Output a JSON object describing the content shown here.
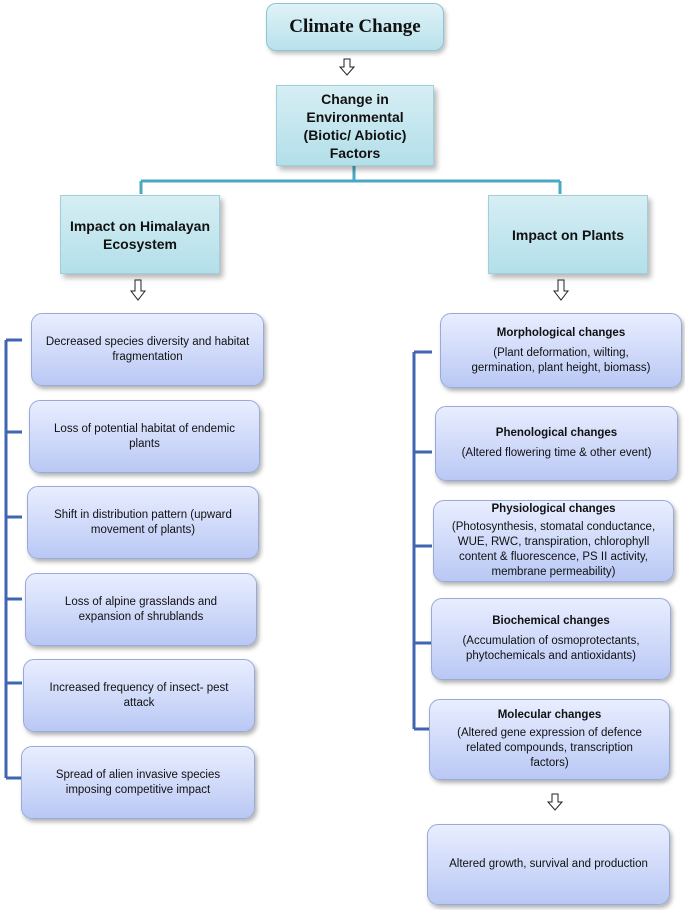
{
  "title": "Climate Change",
  "env": [
    "Change in",
    "Environmental",
    "(Biotic/ Abiotic)",
    "Factors"
  ],
  "himalayan": {
    "label": [
      "Impact on Himalayan",
      "Ecosystem"
    ],
    "items": [
      [
        "Decreased species diversity and habitat",
        "fragmentation"
      ],
      [
        "Loss of potential habitat of endemic",
        "plants"
      ],
      [
        "Shift in distribution pattern (upward",
        "movement of plants)"
      ],
      [
        "Loss of alpine grasslands and",
        "expansion of shrublands"
      ],
      [
        "Increased frequency of insect- pest",
        "attack"
      ],
      [
        "Spread of alien invasive species",
        "imposing competitive impact"
      ]
    ]
  },
  "plants": {
    "label": "Impact on Plants",
    "items": [
      {
        "head": "Morphological changes",
        "body": [
          "(Plant deformation, wilting,",
          "germination, plant height, biomass)"
        ]
      },
      {
        "head": "Phenological changes",
        "body": [
          "(Altered flowering time & other event)"
        ]
      },
      {
        "head": "Physiological changes",
        "body": [
          "(Photosynthesis, stomatal conductance,",
          "WUE, RWC, transpiration, chlorophyll",
          "content & fluorescence, PS II activity,",
          "membrane permeability)"
        ]
      },
      {
        "head": "Biochemical changes",
        "body": [
          "(Accumulation of osmoprotectants,",
          "phytochemicals and antioxidants)"
        ]
      },
      {
        "head": "Molecular changes",
        "body": [
          "(Altered gene expression  of defence",
          "related compounds, transcription",
          "factors)"
        ]
      }
    ],
    "outcome": "Altered growth, survival and production"
  },
  "colors": {
    "connector": "#3f66b0",
    "teal": "#4aa9c2"
  }
}
